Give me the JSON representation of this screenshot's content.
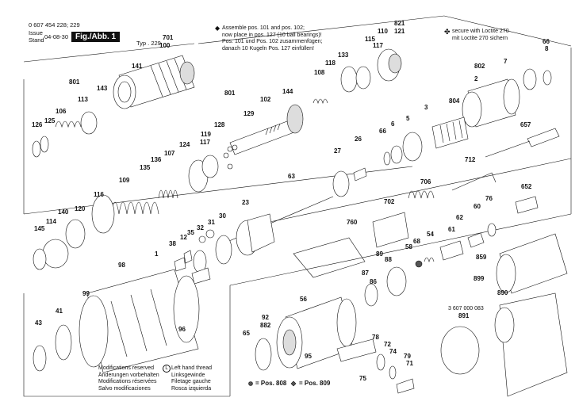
{
  "header": {
    "doc_number": "0 607 454 228; 229",
    "issue_label": "Issue",
    "stand_label": "Stand",
    "date": "04-08-30",
    "figure": "Fig./Abb. 1",
    "typ_label": "Typ . 229"
  },
  "notes": {
    "assemble_line1": "Assemble pos. 101 and pos. 102;",
    "assemble_line2": "now place in pos. 127 (10 ball bearings)!",
    "assemble_line3": "Pos. 101 und Pos. 102 zusammenfügen;",
    "assemble_line4": "danach 10 Kugeln Pos. 127 einfüllen!",
    "loctite_line1": "secure with Loctite 270",
    "loctite_line2": "mit Loctite 270 sichern"
  },
  "footer": {
    "mod1": "Modifications reserved",
    "mod2": "Änderungen vorbehalten",
    "mod3": "Modifications réservées",
    "mod4": "Salvo modificaciones",
    "thread1": "Left hand thread",
    "thread2": "Linksgewinde",
    "thread3": "Filetage gauche",
    "thread4": "Rosca izquierda",
    "pos808": "= Pos. 808",
    "pos809": "= Pos. 809",
    "part_number": "3 607 000 083"
  },
  "labels": [
    "701",
    "100",
    "141",
    "801",
    "143",
    "113",
    "106",
    "125",
    "126",
    "110",
    "115",
    "117",
    "821",
    "121",
    "133",
    "118",
    "108",
    "144",
    "102",
    "129",
    "801",
    "128",
    "119",
    "117",
    "124",
    "107",
    "136",
    "135",
    "109",
    "116",
    "120",
    "140",
    "114",
    "145",
    "27",
    "26",
    "63",
    "23",
    "30",
    "31",
    "32",
    "35",
    "12",
    "38",
    "1",
    "98",
    "99",
    "41",
    "43",
    "96",
    "802",
    "7",
    "2",
    "8",
    "66",
    "3",
    "804",
    "5",
    "6",
    "66",
    "657",
    "712",
    "706",
    "702",
    "652",
    "76",
    "60",
    "62",
    "61",
    "54",
    "68",
    "58",
    "760",
    "89",
    "88",
    "87",
    "86",
    "859",
    "899",
    "890",
    "891",
    "56",
    "92",
    "882",
    "65",
    "95",
    "78",
    "72",
    "74",
    "79",
    "71",
    "75"
  ],
  "colors": {
    "ink": "#111111",
    "fill_light": "#dddddd",
    "fill_dark": "#555555",
    "paper": "#ffffff"
  }
}
